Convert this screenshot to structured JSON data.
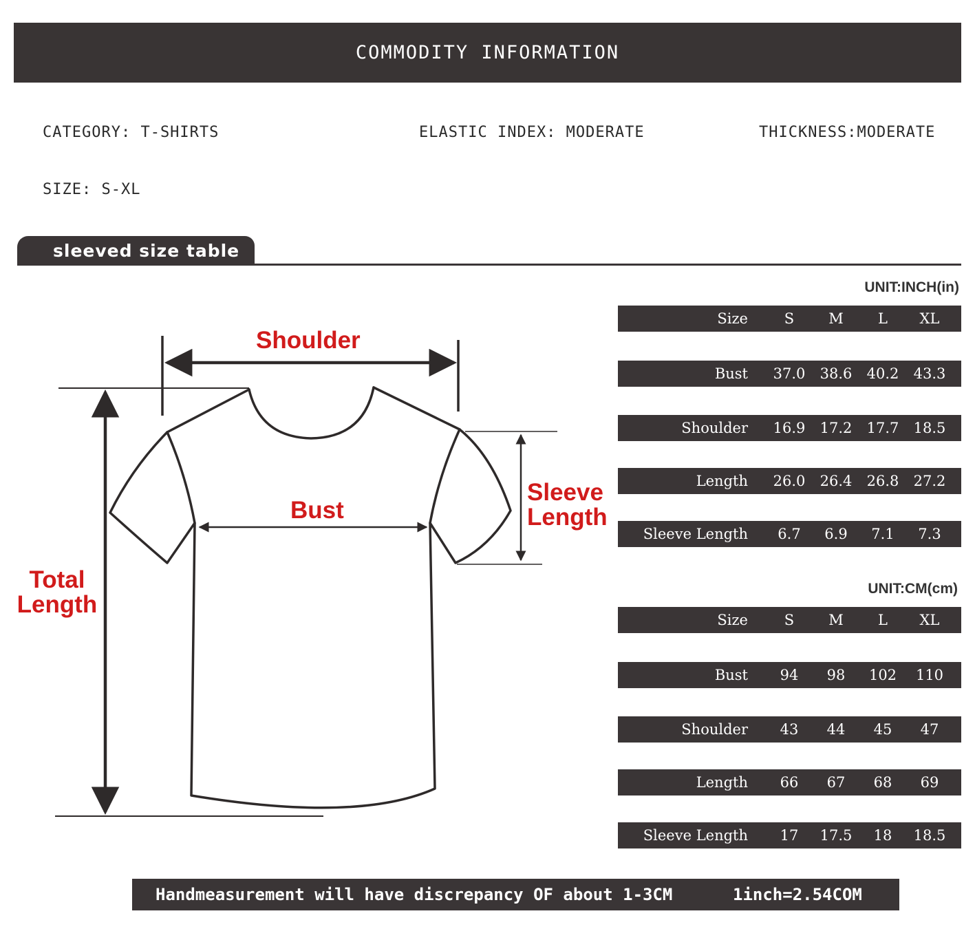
{
  "header": {
    "title": "COMMODITY INFORMATION"
  },
  "specs": {
    "category": "CATEGORY: T-SHIRTS",
    "elastic": "ELASTIC INDEX: MODERATE",
    "thickness": "THICKNESS:MODERATE",
    "size": "SIZE: S-XL"
  },
  "section": {
    "title": "sleeved size table"
  },
  "diagram": {
    "shoulder": "Shoulder",
    "bust": "Bust",
    "sleeve_line1": "Sleeve",
    "sleeve_line2": "Length",
    "total_line1": "Total",
    "total_line2": "Length"
  },
  "inch_table": {
    "unit": "UNIT:INCH(in)",
    "header": [
      "Size",
      "S",
      "M",
      "L",
      "XL"
    ],
    "rows": [
      [
        "Bust",
        "37.0",
        "38.6",
        "40.2",
        "43.3"
      ],
      [
        "Shoulder",
        "16.9",
        "17.2",
        "17.7",
        "18.5"
      ],
      [
        "Length",
        "26.0",
        "26.4",
        "26.8",
        "27.2"
      ],
      [
        "Sleeve Length",
        "6.7",
        "6.9",
        "7.1",
        "7.3"
      ]
    ]
  },
  "cm_table": {
    "unit": "UNIT:CM(cm)",
    "header": [
      "Size",
      "S",
      "M",
      "L",
      "XL"
    ],
    "rows": [
      [
        "Bust",
        "94",
        "98",
        "102",
        "110"
      ],
      [
        "Shoulder",
        "43",
        "44",
        "45",
        "47"
      ],
      [
        "Length",
        "66",
        "67",
        "68",
        "69"
      ],
      [
        "Sleeve Length",
        "17",
        "17.5",
        "18",
        "18.5"
      ]
    ]
  },
  "footer": {
    "note": "Handmeasurement will have discrepancy OF about 1-3CM",
    "conversion": "1inch=2.54COM"
  }
}
